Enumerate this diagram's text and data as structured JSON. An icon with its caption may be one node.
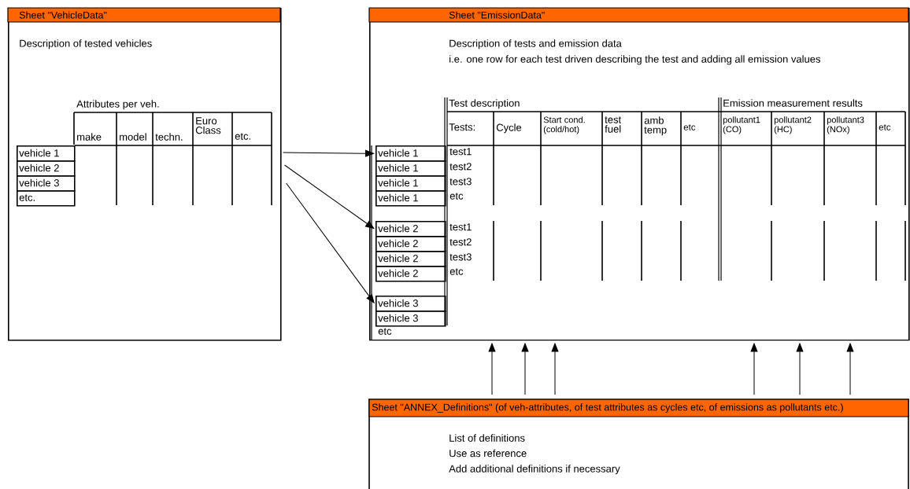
{
  "diagram": {
    "nodes": [
      {
        "text": [
          "Sheet \"VehicleData\"",
          "Description of tested vehicles"
        ]
      },
      {
        "text": [
          "vehicle 1"
        ],
        "in": 0
      },
      {
        "text": [
          "vehicle 2"
        ],
        "in": 0
      },
      {
        "text": [
          "vehicle 3"
        ],
        "in": 0
      },
      {
        "text": [
          "etc."
        ],
        "in": 0
      },
      {
        "text": [
          "Sheet \"EmissionData\"",
          "Description of tests and emission data",
          "i.e. one row for each test driven describing the test and adding all emission values"
        ]
      },
      {
        "text": [
          "vehicle 1"
        ],
        "in": 5
      },
      {
        "text": [
          "vehicle 1"
        ],
        "in": 5
      },
      {
        "text": [
          "vehicle 1"
        ],
        "in": 5
      },
      {
        "text": [
          "vehicle 1"
        ],
        "in": 5
      },
      {
        "text": [
          "vehicle 2"
        ],
        "in": 5
      },
      {
        "text": [
          "vehicle 2"
        ],
        "in": 5
      },
      {
        "text": [
          "vehicle 2"
        ],
        "in": 5
      },
      {
        "text": [
          "vehicle 2"
        ],
        "in": 5
      },
      {
        "text": [
          "vehicle 3"
        ],
        "in": 5
      },
      {
        "text": [
          "vehicle 3"
        ],
        "in": 5
      },
      {
        "text": [
          "Sheet \"ANNEX_Definitions\" (of veh-attributes, of test attributes as cycles etc, of emissions as pollutants etc.)",
          "List of definitions",
          "Use as reference",
          "Add additional definitions if necessary"
        ]
      }
    ],
    "edges": [
      {
        "from": 0,
        "to": 6,
        "arrow": "to"
      },
      {
        "from": 0,
        "to": 10,
        "arrow": "to"
      },
      {
        "from": 0,
        "to": 14,
        "arrow": "to"
      },
      {
        "from": 16,
        "to": 5,
        "arrow": "to"
      },
      {
        "from": 16,
        "to": 5,
        "arrow": "to"
      },
      {
        "from": 16,
        "to": 5,
        "arrow": "to"
      },
      {
        "from": 16,
        "to": 5,
        "arrow": "to"
      },
      {
        "from": 16,
        "to": 5,
        "arrow": "to"
      },
      {
        "from": 16,
        "to": 5,
        "arrow": "to"
      }
    ],
    "labels": [
      "Attributes per veh.",
      "make",
      "model",
      "techn.",
      "Euro Class",
      "etc.",
      "Test description",
      "Tests:",
      "Cycle",
      "Start cond. (cold/hot)",
      "test fuel",
      "amb temp",
      "etc",
      "Emission measurement results",
      "pollutant1 (CO)",
      "pollutant2 (HC)",
      "pollutant3 (NOx)",
      "etc",
      "test1",
      "test2",
      "test3",
      "etc",
      "test1",
      "test2",
      "test3",
      "etc",
      "etc"
    ]
  }
}
